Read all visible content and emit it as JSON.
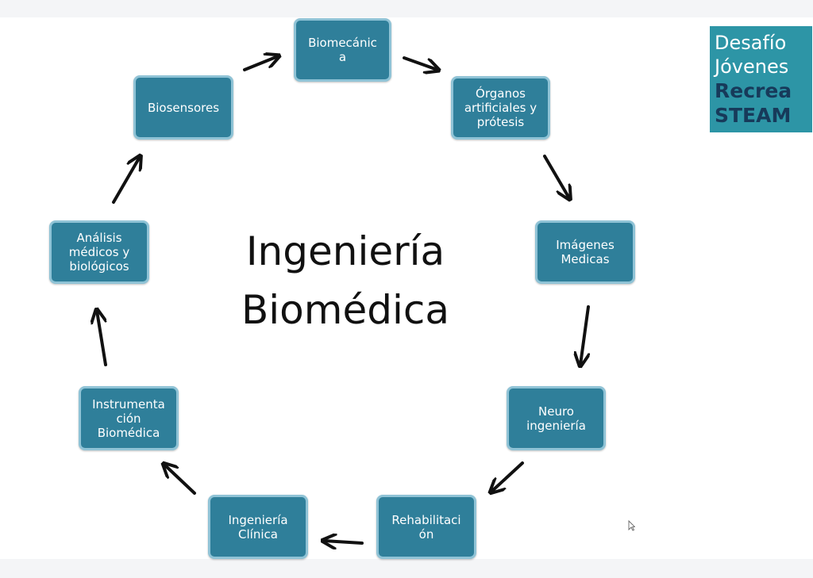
{
  "title": "Ingeniería\nBiomédica",
  "logo": {
    "line1": "Desafío",
    "line2": "Jóvenes",
    "line3": "Recrea",
    "line4": "STEAM"
  },
  "nodes": {
    "biomecanica": "Biomecánic\na",
    "organos": "Órganos\nartificiales y\nprótesis",
    "imagenes": "Imágenes\nMedicas",
    "neuro": "Neuro\ningeniería",
    "rehabilitacion": "Rehabilitaci\nón",
    "clinica": "Ingeniería\nClínica",
    "instrumentacion": "Instrumenta\nción\nBiomédica",
    "analisis": "Análisis\nmédicos y\nbiológicos",
    "biosensores": "Biosensores"
  },
  "colors": {
    "node_fill": "#2f7f9a",
    "node_border": "#8fc3d6",
    "logo_bg": "#2d95a6",
    "logo_dark_text": "#173a5a",
    "arrow": "#111111"
  }
}
